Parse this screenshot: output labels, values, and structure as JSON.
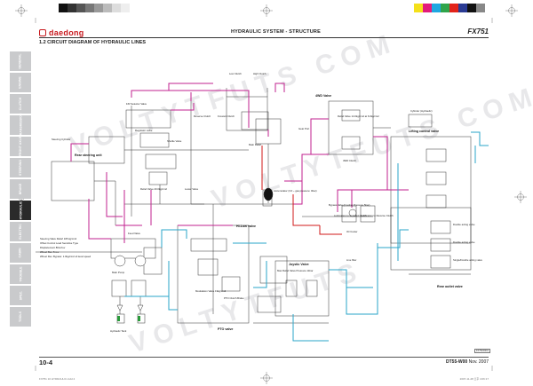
{
  "header": {
    "brand": "daedong",
    "section": "HYDRAULIC SYSTEM - STRUCTURE",
    "model": "FX751"
  },
  "section_title": "1.2  CIRCUIT DIAGRAM OF HYDRAULIC LINES",
  "tabs": [
    {
      "label": "GENERAL",
      "active": false
    },
    {
      "label": "ENGINE",
      "active": false
    },
    {
      "label": "CLUTCH",
      "active": false
    },
    {
      "label": "TRANSMISSION",
      "active": false
    },
    {
      "label": "FRONT AXLE",
      "active": false
    },
    {
      "label": "STEERING",
      "active": false
    },
    {
      "label": "BRAKE",
      "active": false
    },
    {
      "label": "HYDRAULIC",
      "active": true
    },
    {
      "label": "ELECTRIC",
      "active": false
    },
    {
      "label": "CABIN",
      "active": false
    },
    {
      "label": "TROUBLE",
      "active": false
    },
    {
      "label": "SPEC.",
      "active": false
    },
    {
      "label": "TOOLS",
      "active": false
    }
  ],
  "watermark": [
    "VOLTYTFUTS COM",
    "VOLTYTFUTS COM",
    "VOLTYTFUTS"
  ],
  "diagram": {
    "labels": {
      "fr_selector": "F/R Selector Valve",
      "reverse_clutch": "Reverse Clutch",
      "forward_clutch": "Forward Clutch",
      "low_clutch": "Low Clutch",
      "high_clutch": "High Clutch",
      "four_wd": "4WD Valve",
      "relief_4wd": "Relief Valve 14.0kg/cm2 at 6.0kg/cm2",
      "gear_port": "Gear Port",
      "four_wd_clutch": "4WD Clutch",
      "lifting_control": "Lifting control valve",
      "cylinder": "Cylinder (Hydraulic)",
      "steering_cylinder": "Steering Cylinder",
      "rear_steering": "Rear steering unit",
      "regulator": "Regulator valve",
      "shuttle": "Shuttle Valve",
      "relief_main": "Relief Valve 20.0kg/cm2",
      "lower_valve": "Lower Valve",
      "main_relief": "Main Relief",
      "acc": "Accumulator (3.0 ~ gas pressure: 0bar)",
      "hi_low": "Hi-Low valve",
      "feed_valve": "Feed Valve",
      "bypass": "Bypass Valve(Cooling Pressure 5bar)",
      "lubrication": "Lubrication to Forward Clutch",
      "lub_rev": "Lubrication to Reverse Clutch",
      "oil_cooler": "Oil Cooler",
      "pto_valve": "PTO valve",
      "modulation": "Modulation Valve 19kg/cm2",
      "pto_clutch": "PTO Clutch Brake",
      "joystic": "Joystic Valve",
      "main_relief_joy": "Max Relief Valve Pressure 11bar",
      "rear_outlet": "Rear outlet valve",
      "double_act1": "Double acting valve",
      "double_act2": "Double acting valve",
      "single_double": "Single/Double acting valve",
      "line_filter": "Line filter",
      "steering_relief": "Steering Valve Relief 105 kg/cm2",
      "power_steering": "Offset Control Load Sensitive Type",
      "displacement": "Displacement 80cc/rev",
      "wheel_rev": "Wheel Rev. 5 rev",
      "filter_rev": "Wheel Rev. Bypass: 1.0kg/cm2 oil level speed",
      "hyd_tank": "Hydraulic Tank",
      "main_pump": "Main Pump"
    },
    "code": "FX751W001"
  },
  "footer": {
    "page": "10-4",
    "doc": "DT55-W00",
    "date": "Nov. 2007",
    "slug_left": "FX751 10 HYDRAULIC.indd  4",
    "slug_right": "2007-11-28   오후 4:06:17"
  },
  "colors": {
    "pink": "#c2208f",
    "cyan": "#2aa6c9",
    "red": "#d01919",
    "tab_gray": "#c9cacc",
    "tab_active": "#2a2a2a",
    "brand": "#c8191e"
  }
}
